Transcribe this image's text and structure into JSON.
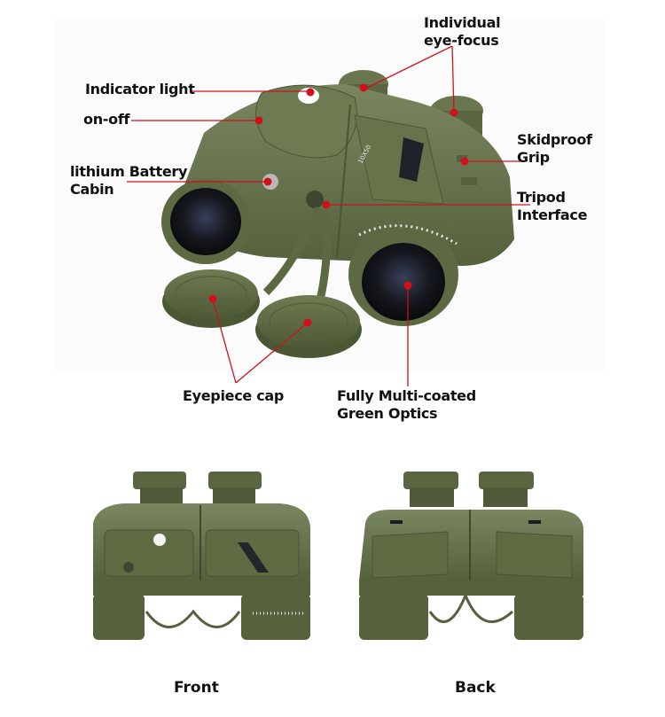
{
  "diagram": {
    "subject": "10x50 marine binoculars with compass",
    "colors": {
      "body": "#5f6b45",
      "body_dark": "#4a5535",
      "body_light": "#76825a",
      "callout": "#d0101a",
      "text": "#111111",
      "background": "#ffffff"
    },
    "callouts": [
      {
        "id": "indicator-light",
        "lines": [
          "Indicator light"
        ]
      },
      {
        "id": "on-off",
        "lines": [
          "on-off"
        ]
      },
      {
        "id": "battery-cabin",
        "lines": [
          "lithium Battery",
          "Cabin"
        ]
      },
      {
        "id": "eye-focus",
        "lines": [
          "Individual",
          "eye-focus"
        ]
      },
      {
        "id": "skidproof-grip",
        "lines": [
          "Skidproof",
          "Grip"
        ]
      },
      {
        "id": "tripod-interface",
        "lines": [
          "Tripod",
          "Interface"
        ]
      },
      {
        "id": "eyepiece-cap",
        "lines": [
          "Eyepiece cap"
        ]
      },
      {
        "id": "optics",
        "lines": [
          "Fully Multi-coated",
          "Green Optics"
        ]
      }
    ],
    "views": [
      {
        "id": "front",
        "caption": "Front"
      },
      {
        "id": "back",
        "caption": "Back"
      }
    ],
    "model_marking": "10X50"
  }
}
